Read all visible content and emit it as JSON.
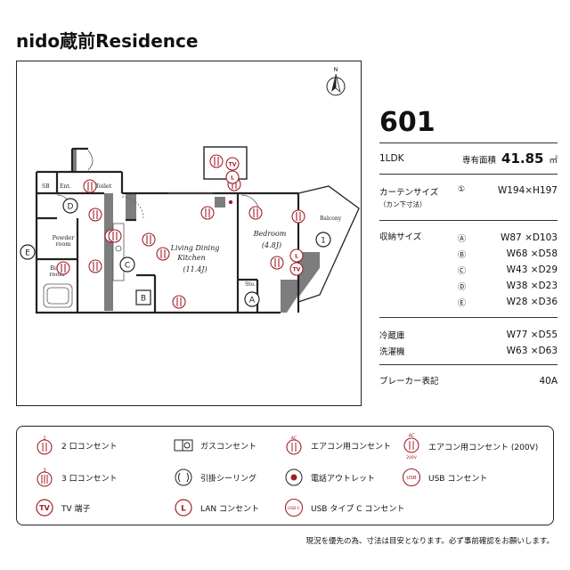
{
  "title": "nido蔵前Residence",
  "unit": {
    "number": "601",
    "type": "1LDK",
    "area_label": "専有面積",
    "area_value": "41.85",
    "area_unit": "㎡"
  },
  "curtain": {
    "label": "カーテンサイズ",
    "sublabel": "（カン下寸法）",
    "items": [
      {
        "mark": "1",
        "value": "W194×H197"
      }
    ]
  },
  "storage": {
    "label": "収納サイズ",
    "items": [
      {
        "mark": "A",
        "value": "W87 ×D103"
      },
      {
        "mark": "B",
        "value": "W68 ×D58"
      },
      {
        "mark": "C",
        "value": "W43 ×D29"
      },
      {
        "mark": "D",
        "value": "W38 ×D23"
      },
      {
        "mark": "E",
        "value": "W28 ×D36"
      }
    ]
  },
  "appliances": [
    {
      "label": "冷蔵庫",
      "value": "W77 ×D55"
    },
    {
      "label": "洗濯機",
      "value": "W63 ×D63"
    }
  ],
  "breaker": {
    "label": "ブレーカー表記",
    "value": "40A"
  },
  "plan": {
    "compass": "N",
    "rooms": {
      "sb": "SB",
      "ent": "Ent.",
      "toilet": "Toilet",
      "powder": "Powder room",
      "powder1": "Powder",
      "powder2": "room",
      "bath1": "Bath",
      "bath2": "room",
      "ldk1": "Living Dining",
      "ldk2": "Kitchen",
      "ldk3": "(11.4J)",
      "bed1": "Bedroom",
      "bed2": "(4.8J)",
      "balcony": "Balcony",
      "sto": "Sto."
    },
    "marks": {
      "a": "A",
      "b": "B",
      "c": "C",
      "d": "D",
      "e": "E",
      "one": "1"
    },
    "icons": {
      "tv": "TV",
      "lan": "L",
      "ac": "AC",
      "two": "2",
      "three": "3"
    }
  },
  "legend": [
    {
      "icon": "outlet-2-icon",
      "label": "2 口コンセント"
    },
    {
      "icon": "gas-outlet-icon",
      "label": "ガスコンセント"
    },
    {
      "icon": "ac-outlet-icon",
      "label": "エアコン用コンセント"
    },
    {
      "icon": "ac-200v-outlet-icon",
      "label": "エアコン用コンセント (200V)"
    },
    {
      "icon": "outlet-3-icon",
      "label": "3 口コンセント"
    },
    {
      "icon": "ceiling-hook-icon",
      "label": "引掛シーリング"
    },
    {
      "icon": "phone-outlet-icon",
      "label": "電話アウトレット"
    },
    {
      "icon": "usb-outlet-icon",
      "label": "USB コンセント"
    },
    {
      "icon": "tv-jack-icon",
      "label": "TV 端子"
    },
    {
      "icon": "lan-outlet-icon",
      "label": "LAN コンセント"
    },
    {
      "icon": "usb-c-outlet-icon",
      "label": "USB タイプ C コンセント"
    }
  ],
  "legend_icon_text": {
    "two": "2",
    "three": "3",
    "tv": "TV",
    "lan": "L",
    "ac": "AC",
    "v200": "200V",
    "usb": "USB",
    "usbc": "USB-C"
  },
  "note": "現況を優先の為、寸法は目安となります。必ず事前確認をお願いします。",
  "colors": {
    "accent": "#a0202a",
    "wall": "#222222",
    "shade": "#7d7d7d"
  }
}
